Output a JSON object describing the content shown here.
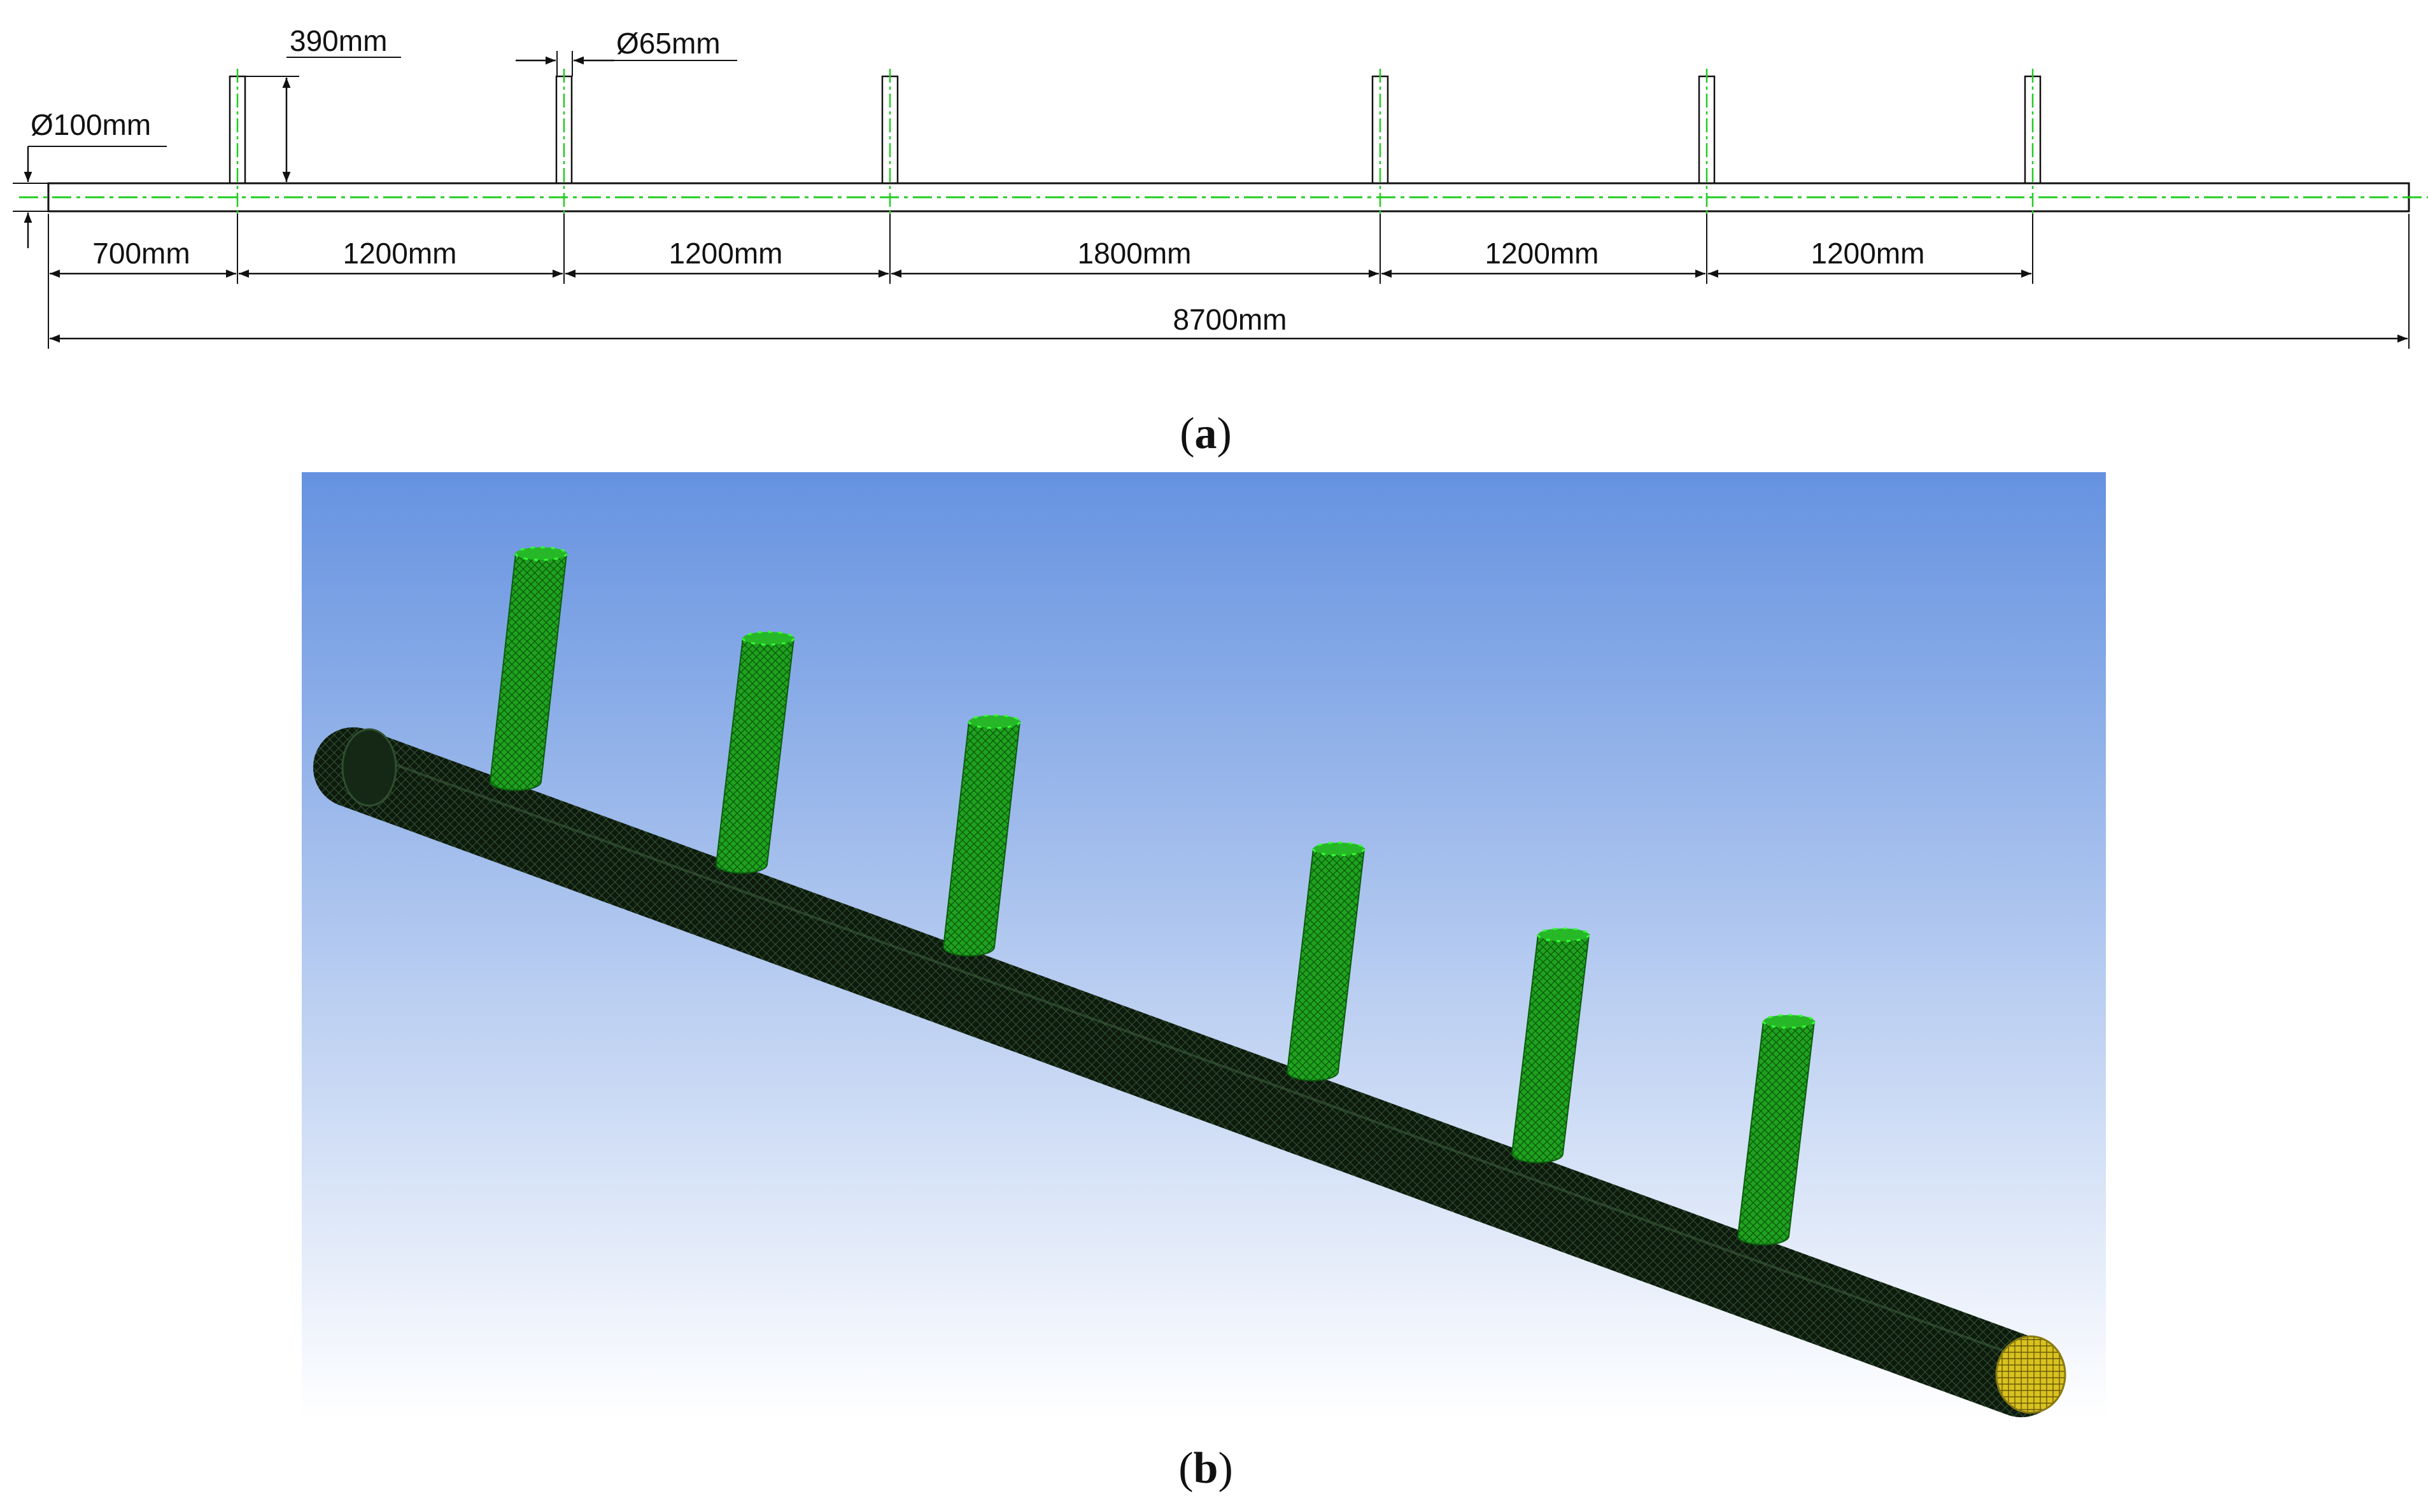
{
  "panel_a": {
    "caption_letter": "a",
    "dimensions": {
      "main_diameter": "Ø100mm",
      "branch_height": "390mm",
      "branch_diameter": "Ø65mm",
      "total_length": "8700mm",
      "segments": [
        "700mm",
        "1200mm",
        "1200mm",
        "1800mm",
        "1200mm",
        "1200mm"
      ]
    },
    "colors": {
      "outline": "#111111",
      "centerline": "#22cc22"
    }
  },
  "panel_b": {
    "caption_letter": "b",
    "branch_count": 6,
    "colors": {
      "background_top": "#6592e0",
      "background_bottom": "#ffffff",
      "main_pipe_mesh": "#0d1a0d",
      "branch_mesh": "#1fa21f",
      "outlet_face": "#d9c21e",
      "mesh_node": "#33ff33"
    }
  }
}
